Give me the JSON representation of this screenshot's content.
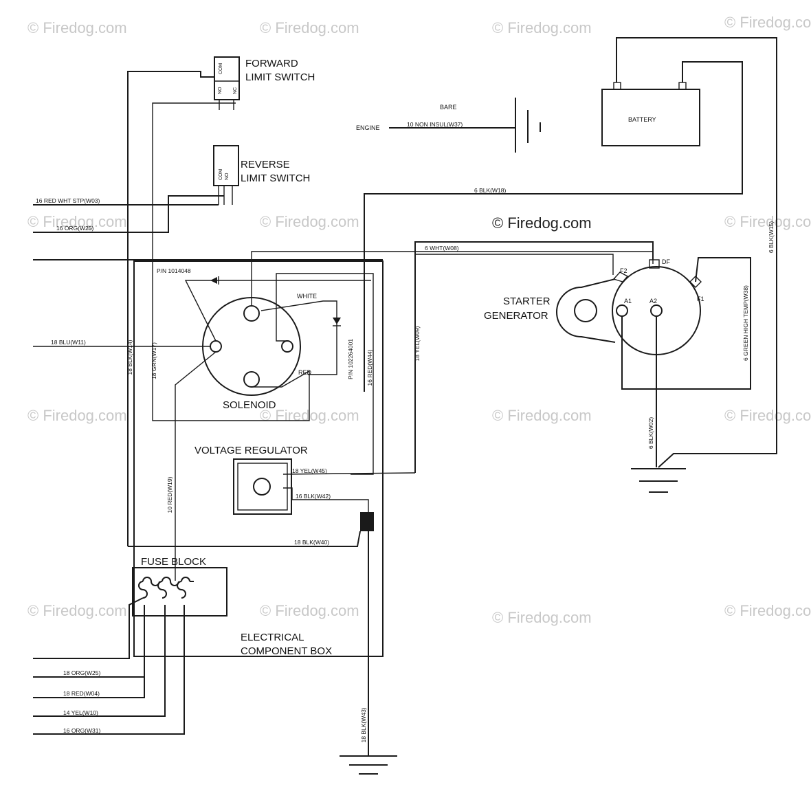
{
  "labels": {
    "forward_switch": [
      "FORWARD",
      "LIMIT SWITCH"
    ],
    "reverse_switch": [
      "REVERSE",
      "LIMIT SWITCH"
    ],
    "battery": "BATTERY",
    "bare": "BARE",
    "engine": "ENGINE",
    "starter_generator": [
      "STARTER",
      "GENERATOR"
    ],
    "solenoid": "SOLENOID",
    "voltage_regulator": "VOLTAGE REGULATOR",
    "fuse_block": "FUSE BLOCK",
    "component_box": [
      "ELECTRICAL",
      "COMPONENT BOX"
    ],
    "white": "WHITE",
    "red": "RED",
    "pn_diode_1": "P/N 1014048",
    "pn_diode_2": "P/N 102264001",
    "terminal_f2": "F2",
    "terminal_df": "DF",
    "terminal_f1": "F1",
    "terminal_a1": "A1",
    "terminal_a2": "A2",
    "switch_com": "COM",
    "switch_no": "NO",
    "switch_nc": "NC"
  },
  "wires": {
    "w03": "16 RED WHT STP(W03)",
    "w25_top": "16 ORG(W25)",
    "w11": "18 BLU(W11)",
    "w14": "18 BLK(W14)",
    "w17": "18 GRN(W17)",
    "w44": "16 RED(W44)",
    "w09": "18 YEL(W09)",
    "w37": "10 NON INSUL(W37)",
    "w18": "6 BLK(W18)",
    "w08": "6 WHT(W08)",
    "w15": "6 BLK(W15)",
    "w38": "6 GREEN HIGH TEMP(W38)",
    "w02": "6 BLK(W02)",
    "w19": "10 RED(W19)",
    "w45": "18 YEL(W45)",
    "w42": "16 BLK(W42)",
    "w40": "18 BLK(W40)",
    "w43": "18 BLK(W43)",
    "w25_bottom": "18 ORG(W25)",
    "w04": "18 RED(W04)",
    "w10": "14 YEL(W10)",
    "w31": "16 ORG(W31)"
  },
  "watermarks": {
    "small": "© Firedog.com",
    "large": "© Firedog.com"
  }
}
